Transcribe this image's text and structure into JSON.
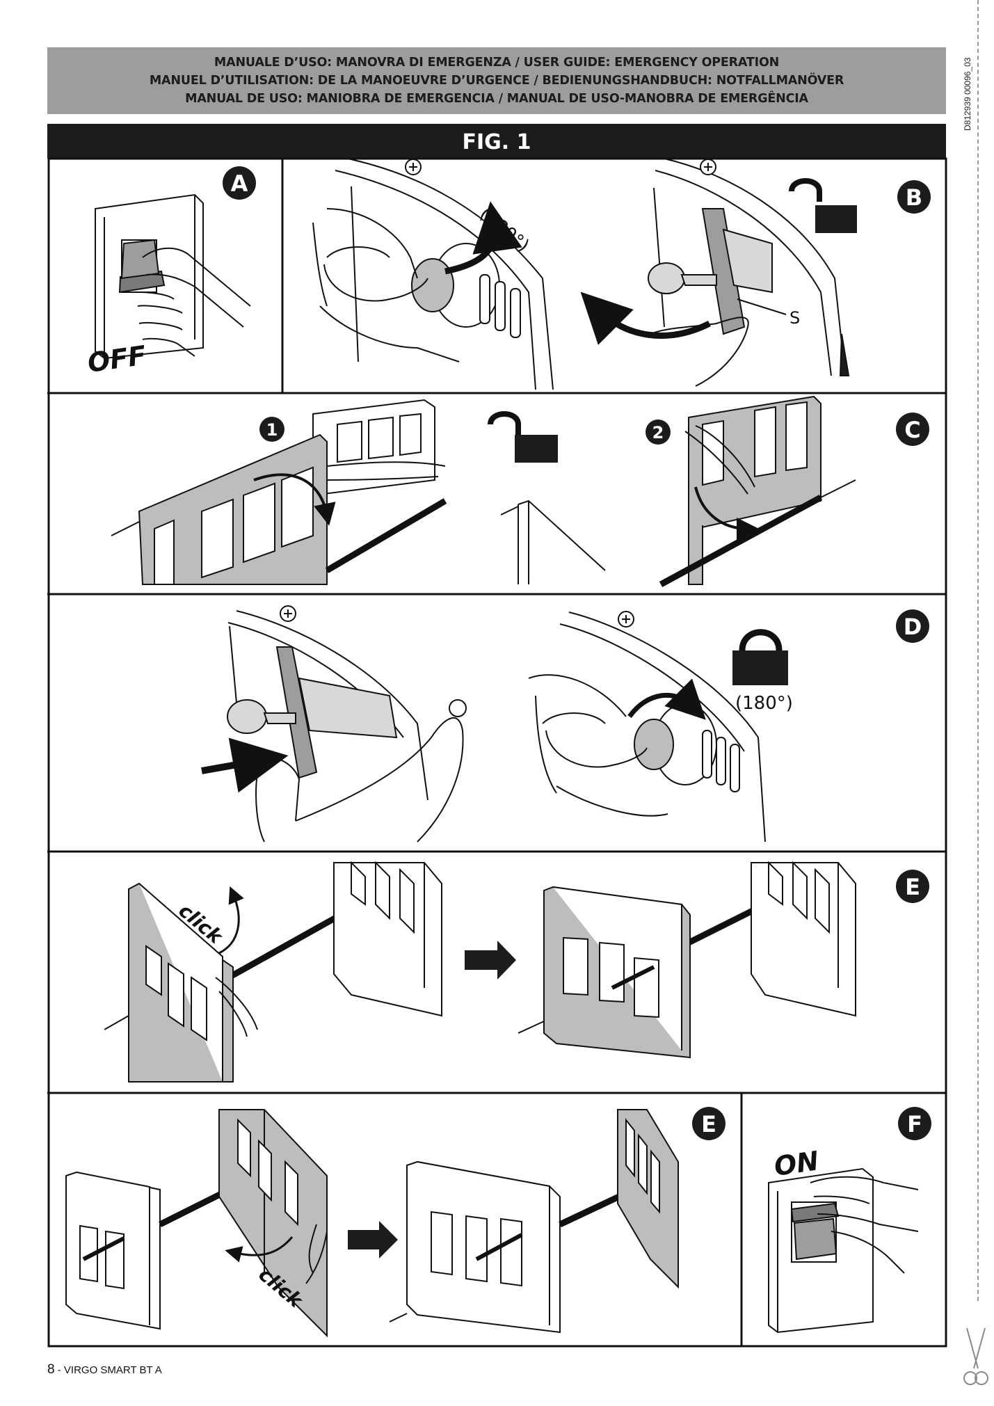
{
  "header": {
    "lines": [
      "MANUALE D’USO: MANOVRA DI EMERGENZA / USER GUIDE: EMERGENCY OPERATION",
      "MANUEL D’UTILISATION: DE LA MANOEUVRE D’URGENCE / BEDIENUNGSHANDBUCH: NOTFALLMANÖVER",
      "MANUAL DE USO: MANIOBRA DE EMERGENCIA / MANUAL DE USO-MANOBRA DE EMERGÊNCIA"
    ]
  },
  "doc_id": "D812939 00096_03",
  "figure": {
    "title": "FIG. 1",
    "panels": {
      "A": {
        "letter": "A",
        "label": "OFF"
      },
      "B": {
        "letter": "B",
        "angle": "(180°)",
        "part_label": "S"
      },
      "C": {
        "letter": "C",
        "step1": "1",
        "step2": "2"
      },
      "D": {
        "letter": "D",
        "angle": "(180°)"
      },
      "E1": {
        "letter": "E",
        "click": "click"
      },
      "E2": {
        "letter": "E",
        "click": "click"
      },
      "F": {
        "letter": "F",
        "label": "ON"
      }
    }
  },
  "footer": {
    "page": "8",
    "separator": " - ",
    "product": "VIRGO SMART BT A"
  }
}
